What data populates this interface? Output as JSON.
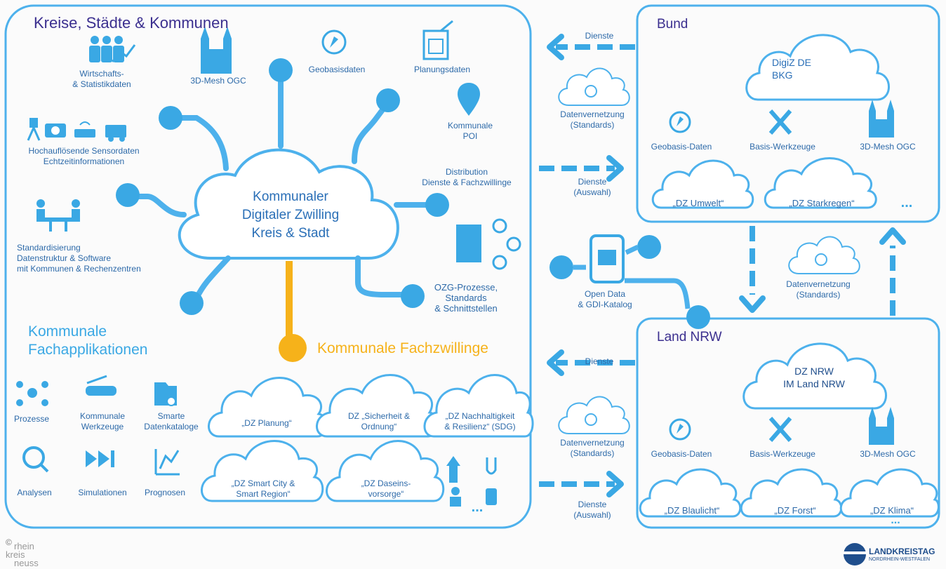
{
  "colors": {
    "primary": "#3aa8e4",
    "stroke": "#4db1ec",
    "accent_yellow": "#f6b21a",
    "title_purple": "#3b2f8f",
    "text_blue": "#2a6fb7",
    "cloud_fill": "#ffffff"
  },
  "kommunen": {
    "title": "Kreise, Städte & Kommunen",
    "center_cloud": {
      "line1": "Kommunaler",
      "line2": "Digitaler Zwilling",
      "line3": "Kreis & Stadt"
    },
    "topics": {
      "wirtschaft": "Wirtschafts-\n& Statistikdaten",
      "mesh": "3D-Mesh OGC",
      "geobasis": "Geobasisdaten",
      "planung": "Planungsdaten",
      "poi": "Kommunale\nPOI",
      "sensor": "Hochauflösende Sensordaten\nEchtzeitinformationen",
      "distribution": "Distribution\nDienste & Fachzwillinge",
      "standard": "Standardisierung\nDatenstruktur & Software\nmit Kommunen & Rechenzentren",
      "ozg": "OZG-Prozesse,\nStandards\n& Schnittstellen"
    },
    "fachzwillinge_label": "Kommunale Fachzwillinge",
    "fachapp_title": "Kommunale\nFachapplikationen",
    "apps": {
      "prozesse": "Prozesse",
      "werkzeuge": "Kommunale\nWerkzeuge",
      "datenkataloge": "Smarte\nDatenkataloge",
      "analysen": "Analysen",
      "simulationen": "Simulationen",
      "prognosen": "Prognosen"
    },
    "twins": {
      "planung": "„DZ Planung“",
      "sicherheit": "DZ „Sicherheit &\nOrdnung“",
      "nachhaltigkeit": "„DZ Nachhaltigkeit\n& Resilienz“ (SDG)",
      "smartcity": "„DZ Smart City &\nSmart Region“",
      "daseins": "„DZ Daseins-\nvorsorge“"
    },
    "more": "..."
  },
  "middle": {
    "dienste_top": "Dienste",
    "vernetzung_top": "Datenvernetzung\n(Standards)",
    "dienste_auswahl_top": "Dienste\n(Auswahl)",
    "open_data": "Open Data\n& GDI-Katalog",
    "vernetzung_right": "Datenvernetzung\n(Standards)",
    "dienste_mid": "Dienste",
    "vernetzung_bottom": "Datenvernetzung\n(Standards)",
    "dienste_auswahl_bottom": "Dienste\n(Auswahl)"
  },
  "bund": {
    "title": "Bund",
    "cloud": "DigiZ DE\nBKG",
    "geobasis": "Geobasis-Daten",
    "werkzeuge": "Basis-Werkzeuge",
    "mesh": "3D-Mesh OGC",
    "umwelt": "„DZ Umwelt“",
    "starkregen": "„DZ Starkregen“",
    "more": "..."
  },
  "land": {
    "title": "Land NRW",
    "cloud": "DZ NRW\nIM Land NRW",
    "geobasis": "Geobasis-Daten",
    "werkzeuge": "Basis-Werkzeuge",
    "mesh": "3D-Mesh OGC",
    "blaulicht": "„DZ Blaulicht“",
    "forst": "„DZ Forst“",
    "klima": "„DZ Klima“",
    "more": "..."
  },
  "footer": {
    "copyright": "©",
    "rhein": "rhein",
    "kreis": "kreis",
    "neuss": "neuss",
    "logo_main": "LANDKREISTAG",
    "logo_sub": "NORDRHEIN-WESTFALEN"
  }
}
